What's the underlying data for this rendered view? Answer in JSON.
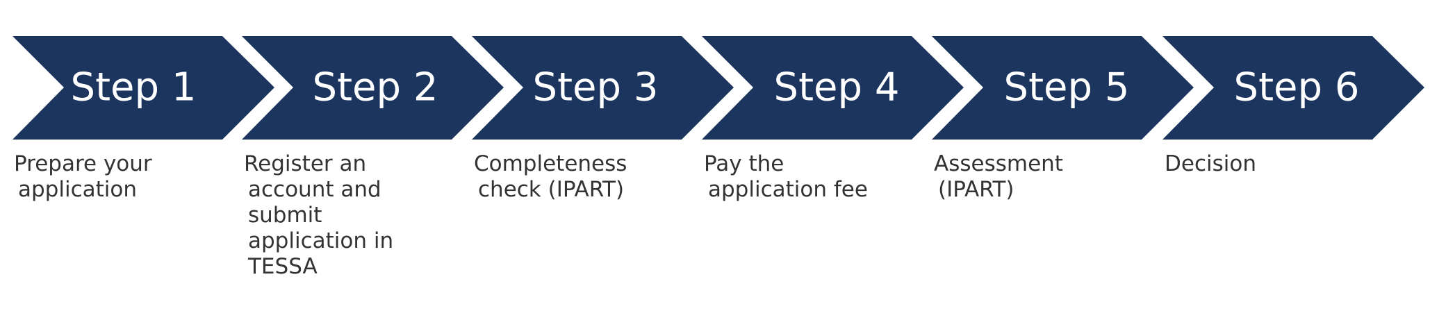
{
  "process": {
    "color": "#1c355e",
    "steps": [
      {
        "label": "Step 1",
        "description": [
          "Prepare your",
          "application"
        ]
      },
      {
        "label": "Step 2",
        "description": [
          "Register an",
          "account and",
          "submit",
          "application in",
          "TESSA"
        ]
      },
      {
        "label": "Step 3",
        "description": [
          "Completeness",
          "check (IPART)"
        ]
      },
      {
        "label": "Step 4",
        "description": [
          "Pay the",
          "application fee"
        ]
      },
      {
        "label": "Step 5",
        "description": [
          "Assessment",
          "(IPART)"
        ]
      },
      {
        "label": "Step 6",
        "description": [
          "Decision"
        ]
      }
    ]
  }
}
